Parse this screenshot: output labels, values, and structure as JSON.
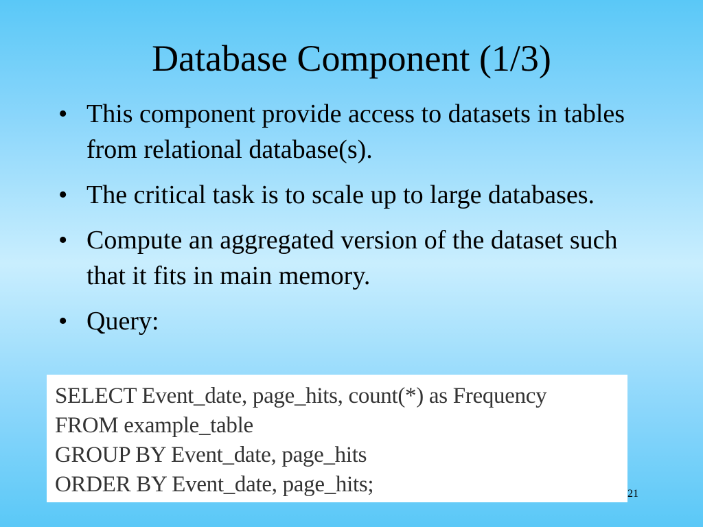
{
  "slide": {
    "title": "Database Component (1/3)",
    "bullet_marker": "•",
    "bullets": [
      "This component provide access to datasets in tables from relational database(s).",
      "The critical task is to scale up to large databases.",
      "Compute an aggregated version of the dataset such that it fits in main memory.",
      "Query:"
    ],
    "query_lines": [
      "SELECT Event_date, page_hits, count(*) as Frequency",
      "FROM example_table",
      "GROUP BY Event_date, page_hits",
      "ORDER BY Event_date, page_hits;"
    ],
    "page_number": "21"
  }
}
